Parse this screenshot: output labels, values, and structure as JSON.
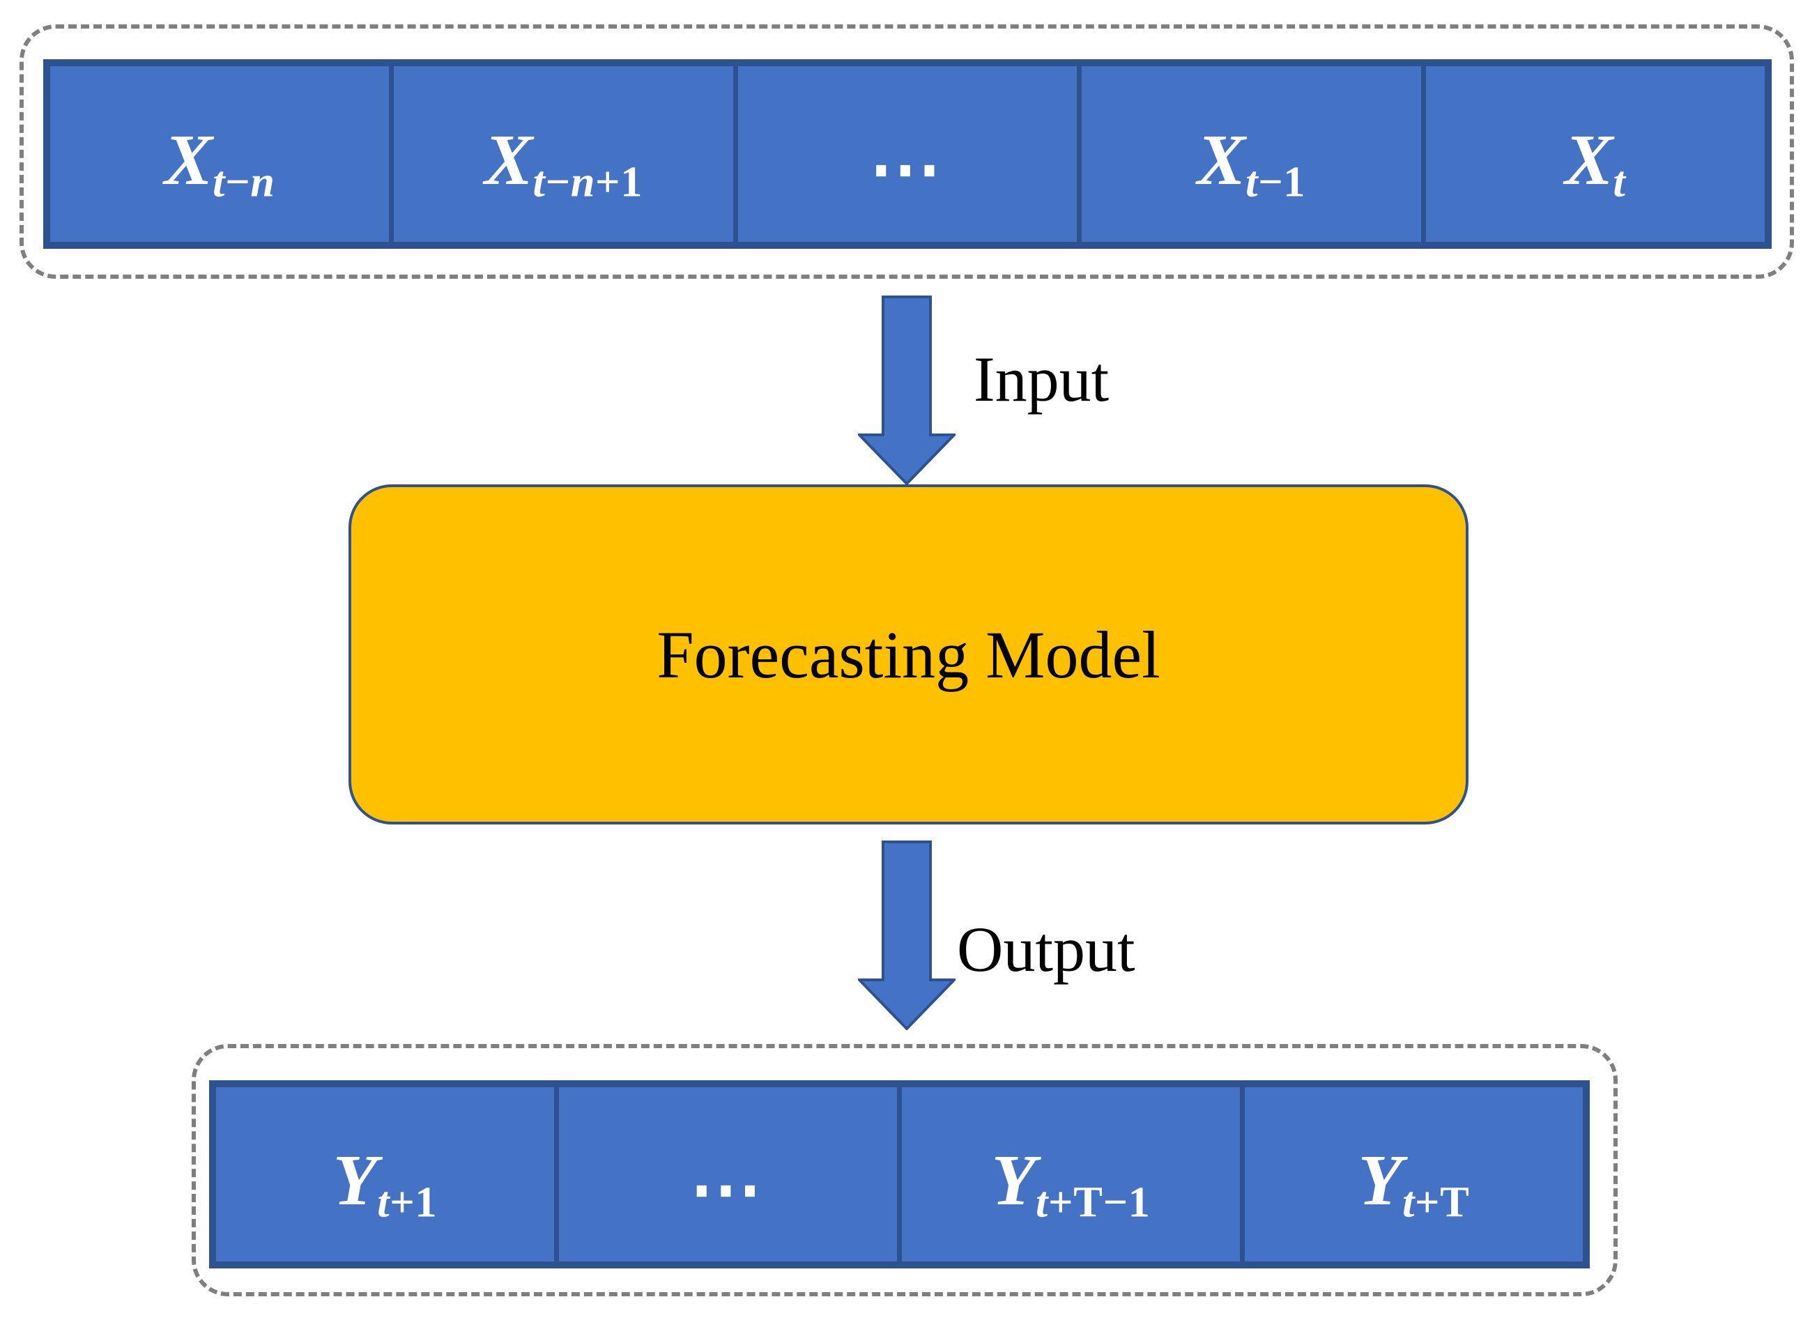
{
  "colors": {
    "cell_fill": "#4472C4",
    "shape_border": "#2E5190",
    "dash_color": "#7F7F7F",
    "model_fill": "#FFC000",
    "cell_text": "#FFFFFF",
    "label_text": "#000000"
  },
  "input_sequence": {
    "cells": [
      {
        "base": "X",
        "sub": "t−n"
      },
      {
        "base": "X",
        "sub": "t−n+1"
      },
      {
        "dots": "⋯"
      },
      {
        "base": "X",
        "sub": "t−1"
      },
      {
        "base": "X",
        "sub": "t"
      }
    ]
  },
  "arrows": {
    "input_label": "Input",
    "output_label": "Output"
  },
  "model": {
    "label": "Forecasting Model"
  },
  "output_sequence": {
    "cells": [
      {
        "base": "Y",
        "sub": "t+1"
      },
      {
        "dots": "⋯"
      },
      {
        "base": "Y",
        "sub": "t+T−1"
      },
      {
        "base": "Y",
        "sub": "t+T"
      }
    ]
  }
}
